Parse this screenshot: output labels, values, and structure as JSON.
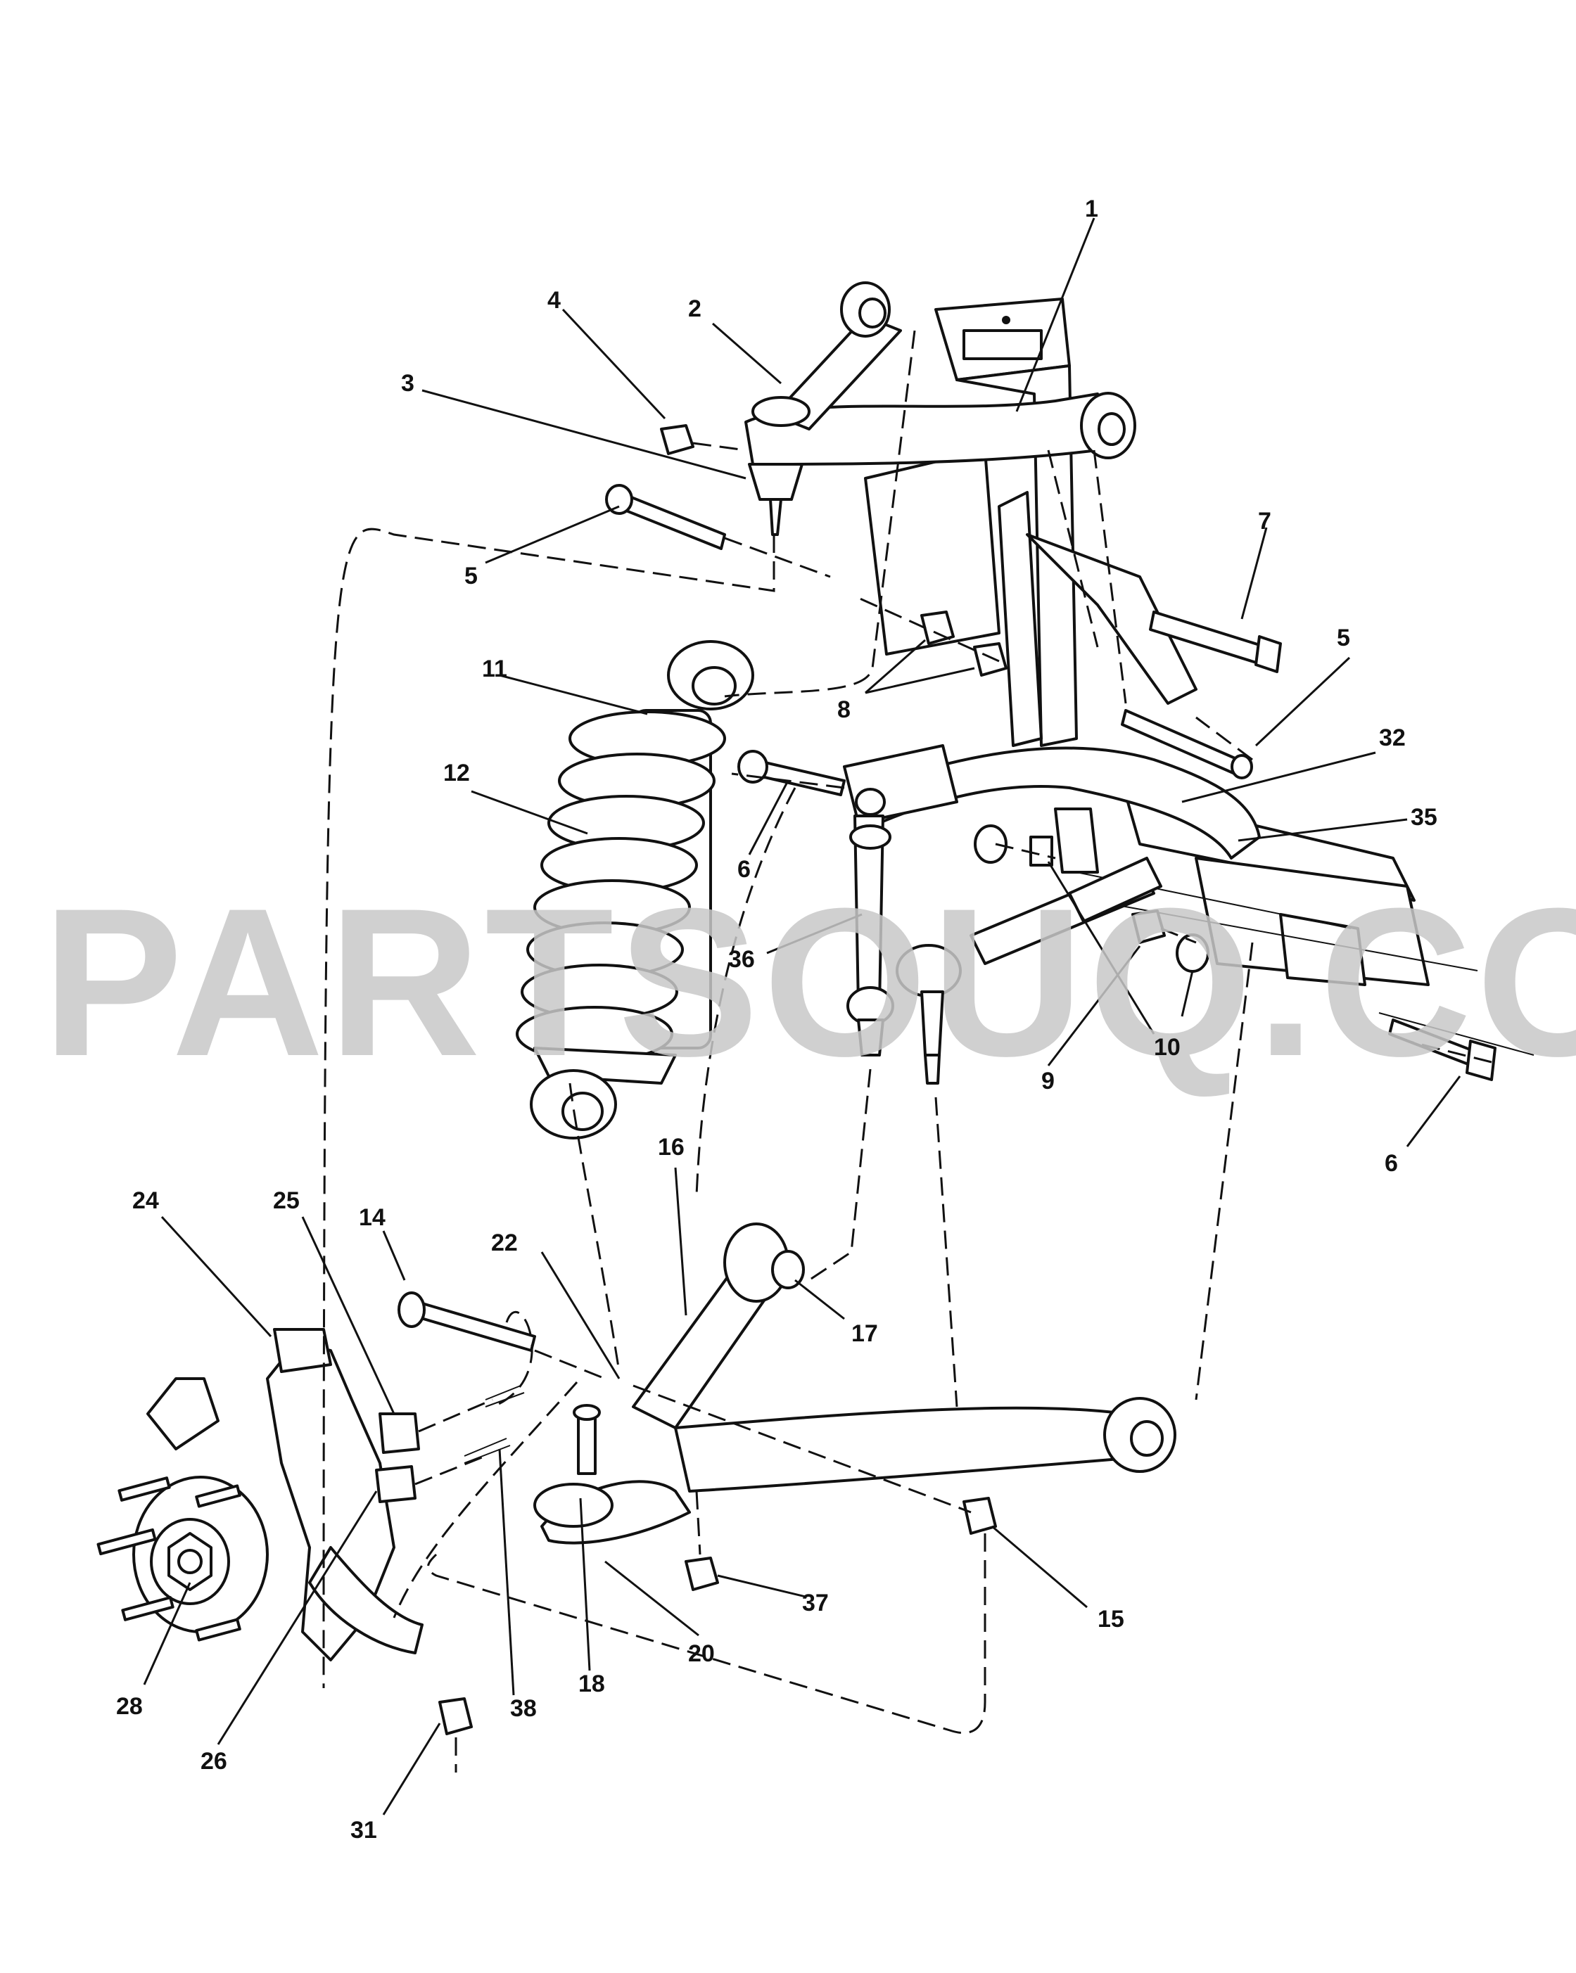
{
  "watermark": "PARTSOUQ.COM",
  "callouts": [
    "1",
    "2",
    "3",
    "4",
    "5",
    "5",
    "6",
    "6",
    "7",
    "8",
    "9",
    "10",
    "11",
    "12",
    "14",
    "15",
    "16",
    "17",
    "18",
    "20",
    "22",
    "24",
    "25",
    "26",
    "28",
    "31",
    "32",
    "35",
    "36",
    "37",
    "38"
  ]
}
